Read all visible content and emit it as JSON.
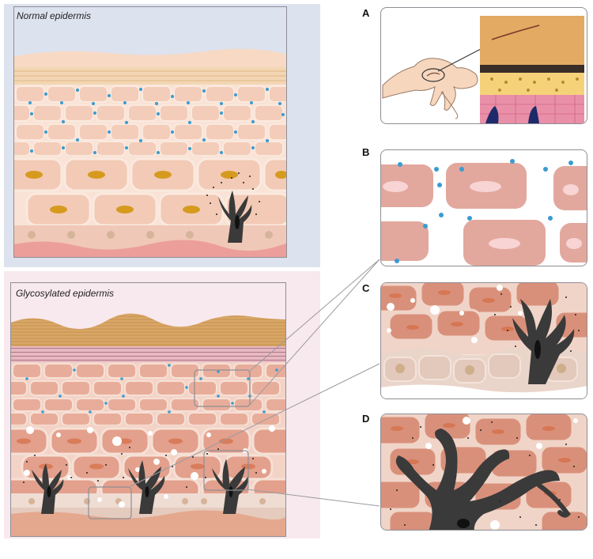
{
  "figure": {
    "normal_title": "Normal epidermis",
    "glyco_title": "Glycosylated epidermis",
    "labels": [
      "A",
      "B",
      "C",
      "D"
    ]
  },
  "colors": {
    "normal_bg": "#dde2ef",
    "glyco_bg": "#f8e9ee",
    "cell_light": "#f5d4c4",
    "cell_mid": "#eebfac",
    "cell_dark": "#e3a08c",
    "nucleus": "#d69a1f",
    "glyco_dot": "#3a9bd0",
    "melanocyte": "#3a3a3a",
    "horny_layer": "#d8a768",
    "basal_line": "#c98a86"
  }
}
